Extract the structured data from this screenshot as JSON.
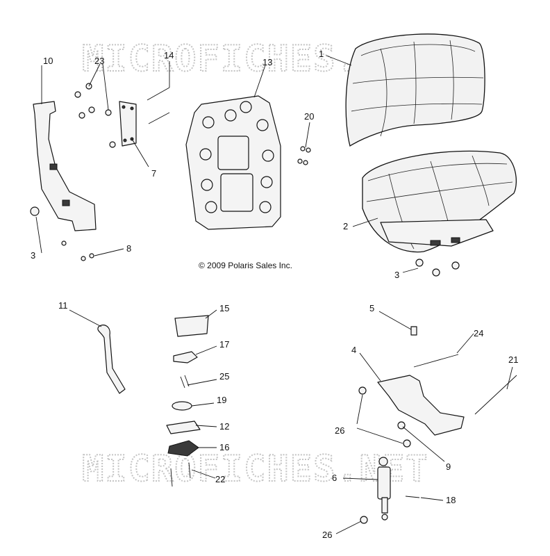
{
  "watermark": "MICROFICHES.NET",
  "copyright": "© 2009 Polaris Sales Inc.",
  "callouts": [
    "1",
    "2",
    "3",
    "3",
    "4",
    "5",
    "6",
    "7",
    "8",
    "9",
    "10",
    "11",
    "12",
    "13",
    "14",
    "15",
    "16",
    "17",
    "18",
    "19",
    "20",
    "21",
    "22",
    "23",
    "24",
    "25",
    "26",
    "26"
  ]
}
